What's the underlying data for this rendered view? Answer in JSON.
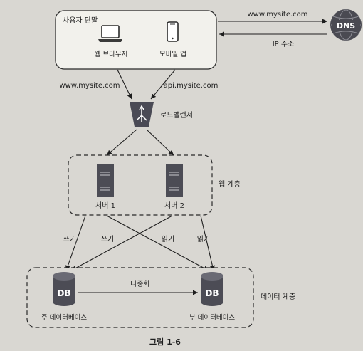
{
  "clients": {
    "box_label": "사용자 단말",
    "web_browser": "웹 브라우저",
    "mobile_app": "모바일 앱"
  },
  "dns": {
    "label": "DNS",
    "request_label": "www.mysite.com",
    "response_label": "IP 주소"
  },
  "traffic": {
    "web_label": "www.mysite.com",
    "api_label": "api.mysite.com"
  },
  "load_balancer": {
    "label": "로드밸런서"
  },
  "web_tier": {
    "label": "웹 계층",
    "servers": [
      "서버 1",
      "서버 2"
    ]
  },
  "operations": {
    "write_1": "쓰기",
    "write_2": "쓰기",
    "read_1": "읽기",
    "read_2": "읽기"
  },
  "data_tier": {
    "label": "데이터 계층",
    "master": {
      "icon_text": "DB",
      "label": "주 데이터베이스"
    },
    "slave": {
      "icon_text": "DB",
      "label": "부 데이터베이스"
    },
    "replication_label": "다중화"
  },
  "caption": "그림 1-6"
}
